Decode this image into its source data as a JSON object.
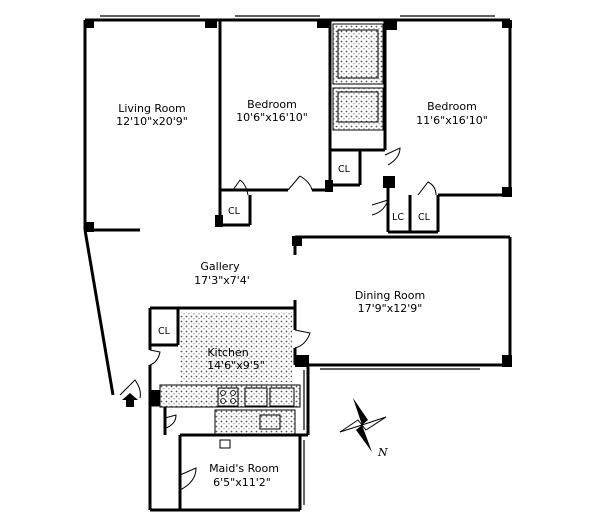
{
  "rooms": {
    "living": {
      "name": "Living Room",
      "dims": "12'10\"x20'9\""
    },
    "bedroom1": {
      "name": "Bedroom",
      "dims": "10'6\"x16'10\""
    },
    "bedroom2": {
      "name": "Bedroom",
      "dims": "11'6\"x16'10\""
    },
    "gallery": {
      "name": "Gallery",
      "dims": "17'3\"x7'4'"
    },
    "dining": {
      "name": "Dining Room",
      "dims": "17'9\"x12'9\""
    },
    "kitchen": {
      "name": "Kitchen",
      "dims": "14'6\"x9'5\""
    },
    "maids": {
      "name": "Maid's Room",
      "dims": "6'5\"x11'2\""
    }
  },
  "closets": {
    "cl_bedroom1": "CL",
    "cl_bedroom2": "CL",
    "cl_bedroom2_hall": "CL",
    "lc_hall": "LC",
    "cl_entry": "CL"
  },
  "compass": {
    "north": "N"
  }
}
